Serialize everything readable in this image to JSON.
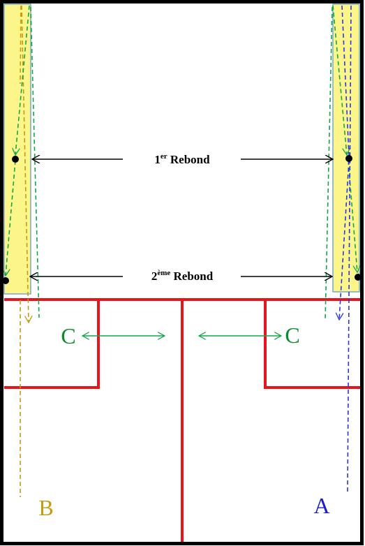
{
  "labels": {
    "rebond1_num": "1",
    "rebond1_sup": "er",
    "rebond1_word": " Rebond",
    "rebond2_num": "2",
    "rebond2_sup": "ème",
    "rebond2_word": " Rebond",
    "c_left": "C",
    "c_right": "C",
    "b": "B",
    "a": "A"
  },
  "colors": {
    "court_lines": "#e8141c",
    "border": "#000000",
    "wall_zone": "#fbf58a",
    "wall_zone_edge": "#7aa7c7",
    "green": "#12a84a",
    "label_c": "#0d8a2b",
    "gold": "#c99a10",
    "blue": "#2a36e0",
    "blue_dark": "#1b1bd1"
  }
}
